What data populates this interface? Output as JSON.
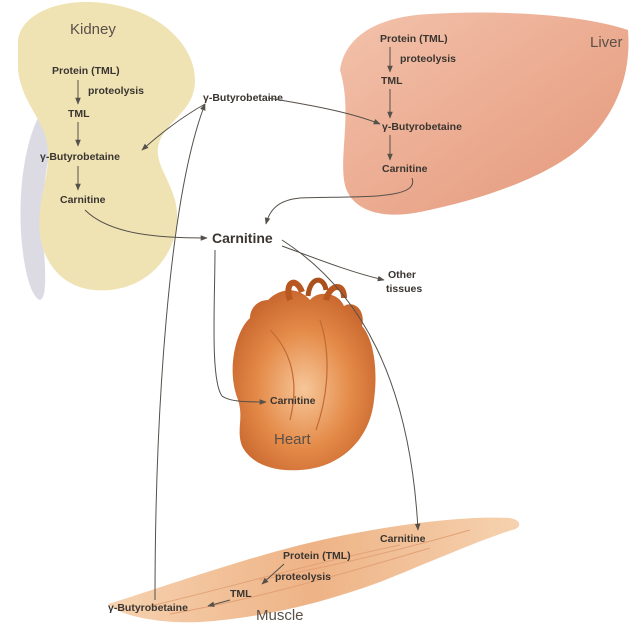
{
  "kidney": {
    "label": "Kidney",
    "protein": "Protein (TML)",
    "proteolysis": "proteolysis",
    "tml": "TML",
    "butyrobetaine": "γ-Butyrobetaine",
    "carnitine": "Carnitine"
  },
  "liver": {
    "label": "Liver",
    "protein": "Protein (TML)",
    "proteolysis": "proteolysis",
    "tml": "TML",
    "butyrobetaine": "γ-Butyrobetaine",
    "carnitine": "Carnitine"
  },
  "center": {
    "butyrobetaine": "γ-Butyrobetaine",
    "carnitine": "Carnitine",
    "other_tissues_line1": "Other",
    "other_tissues_line2": "tissues"
  },
  "heart": {
    "label": "Heart",
    "carnitine": "Carnitine"
  },
  "muscle": {
    "label": "Muscle",
    "protein": "Protein (TML)",
    "proteolysis": "proteolysis",
    "tml": "TML",
    "butyrobetaine": "γ-Butyrobetaine",
    "carnitine": "Carnitine"
  },
  "colors": {
    "kidney": "#efe3b4",
    "liver": "#e9a98e",
    "heart": "#d9763a",
    "muscle": "#f2c199",
    "ureter": "#dcdbe4"
  }
}
